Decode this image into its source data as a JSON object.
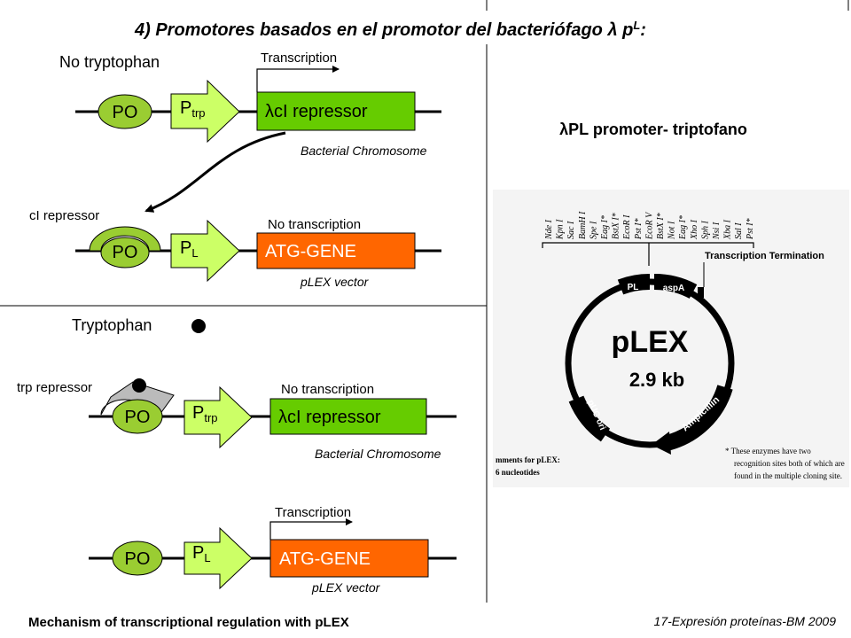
{
  "title": {
    "prefix": "4) Promotores basados en el promotor del bacteriófago ",
    "lambda": "λ",
    "p": "p",
    "sub": "L",
    "suffix": ":"
  },
  "right_title": "λPL promoter- triptofano",
  "caption": "Mechanism of transcriptional regulation with pLEX",
  "footer": "17-Expresión proteínas-BM 2009",
  "panel_top": {
    "condition": "No tryptophan",
    "row1": {
      "operator": "PO",
      "promoter": "P",
      "promoter_sub": "trp",
      "gene": "λcI repressor",
      "transcription": "Transcription",
      "location": "Bacterial Chromosome"
    },
    "repressor_label": "cI repressor",
    "row2": {
      "operator": "PO",
      "promoter": "P",
      "promoter_sub": "L",
      "gene": "ATG-GENE",
      "transcription": "No transcription",
      "location": "pLEX vector"
    }
  },
  "panel_bottom": {
    "condition": "Tryptophan",
    "repressor_label": "trp repressor",
    "row1": {
      "operator": "PO",
      "promoter": "P",
      "promoter_sub": "trp",
      "gene": "λcI repressor",
      "transcription": "No transcription",
      "location": "Bacterial Chromosome"
    },
    "row2": {
      "operator": "PO",
      "promoter": "P",
      "promoter_sub": "L",
      "gene": "ATG-GENE",
      "transcription": "Transcription",
      "location": "pLEX vector"
    }
  },
  "plasmid": {
    "name": "pLEX",
    "size": "2.9 kb",
    "sites": [
      "Nde I",
      "Kpn I",
      "Sac I",
      "BamH I",
      "Spe I",
      "Eag I*",
      "BstX I*",
      "EcoR I",
      "Pst I*",
      "EcoR V",
      "BstX I*",
      "Not I",
      "Eag I*",
      "Xho I",
      "Sph I",
      "Nsi I",
      "Xba I",
      "Sal I",
      "Pst I*"
    ],
    "features": {
      "pl": "PL",
      "aspa": "aspA",
      "termination": "Transcription Termination",
      "puc": "pUC ori",
      "amp": "Ampicillin"
    },
    "note_left": [
      "mments for pLEX:",
      "6 nucleotides"
    ],
    "note_right": [
      "* These enzymes have two",
      "recognition sites both of which are",
      "found in the multiple cloning site."
    ]
  },
  "colors": {
    "operator": "#9ACD32",
    "promoter": "#CCFF66",
    "gene_green": "#66CC00",
    "gene_orange": "#FF6600",
    "repressor_gray": "#BBBBBB"
  }
}
